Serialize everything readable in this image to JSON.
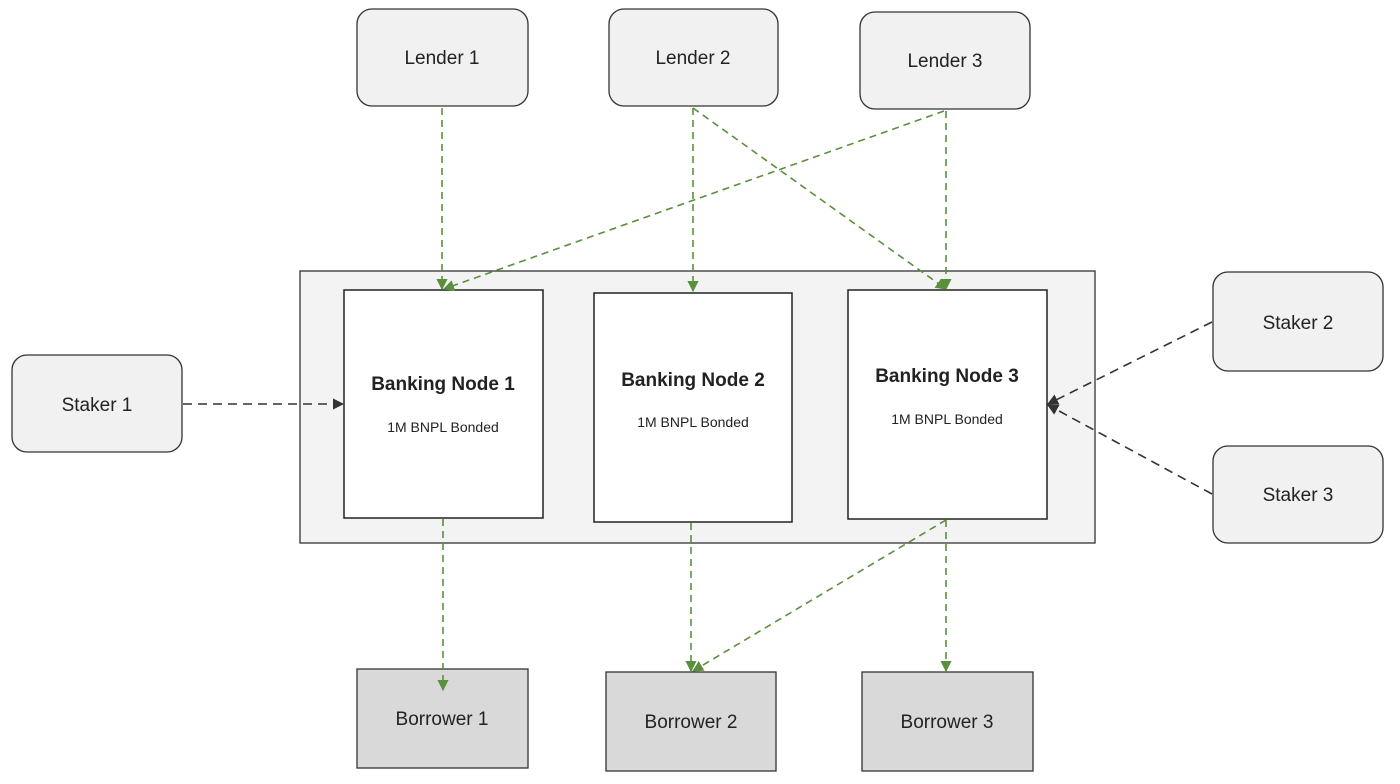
{
  "lenders": [
    {
      "label": "Lender 1"
    },
    {
      "label": "Lender 2"
    },
    {
      "label": "Lender 3"
    }
  ],
  "stakers": [
    {
      "label": "Staker 1"
    },
    {
      "label": "Staker 2"
    },
    {
      "label": "Staker 3"
    }
  ],
  "banking_nodes": [
    {
      "title": "Banking Node 1",
      "bonded": "1M BNPL Bonded"
    },
    {
      "title": "Banking Node 2",
      "bonded": "1M BNPL Bonded"
    },
    {
      "title": "Banking Node 3",
      "bonded": "1M BNPL Bonded"
    }
  ],
  "borrowers": [
    {
      "label": "Borrower 1"
    },
    {
      "label": "Borrower 2"
    },
    {
      "label": "Borrower 3"
    }
  ],
  "colors": {
    "capital_flow": "#5a8f3c",
    "stake_flow": "#333333",
    "rounded_box_fill": "#f1f1f1",
    "borrower_fill": "#d9d9d9",
    "container_fill": "#f3f3f3"
  }
}
